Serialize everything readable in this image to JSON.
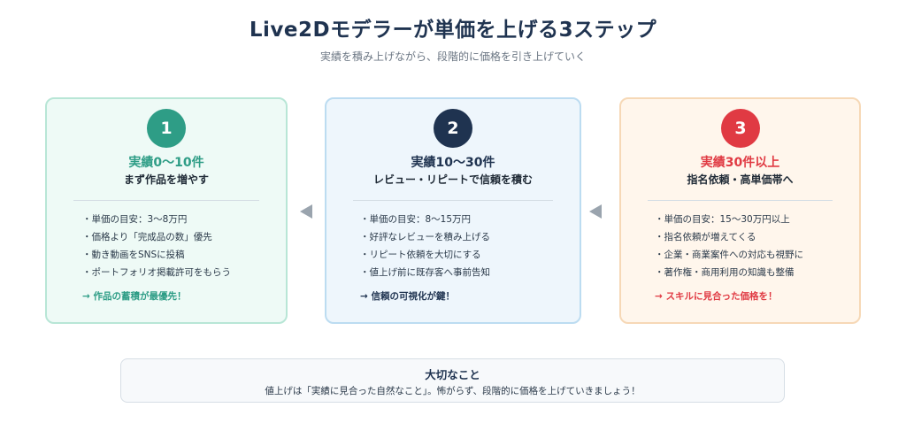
{
  "header": {
    "title": "Live2Dモデラーが単価を上げる3ステップ",
    "subtitle": "実績を積み上げながら、段階的に価格を引き上げていく"
  },
  "steps": [
    {
      "number": "1",
      "heading": "実績0〜10件",
      "subheading": "まず作品を増やす",
      "items": [
        "・単価の目安：3〜8万円",
        "・価格より「完成品の数」優先",
        "・動き動画をSNSに投稿",
        "・ポートフォリオ掲載許可をもらう"
      ],
      "note": "→ 作品の蓄積が最優先！",
      "accent": "#2e9d86"
    },
    {
      "number": "2",
      "heading": "実績10〜30件",
      "subheading": "レビュー・リピートで信頼を積む",
      "items": [
        "・単価の目安：8〜15万円",
        "・好評なレビューを積み上げる",
        "・リピート依頼を大切にする",
        "・値上げ前に既存客へ事前告知"
      ],
      "note": "→ 信頼の可視化が鍵！",
      "accent": "#1f3350"
    },
    {
      "number": "3",
      "heading": "実績30件以上",
      "subheading": "指名依頼・高単価帯へ",
      "items": [
        "・単価の目安：15〜30万円以上",
        "・指名依頼が増えてくる",
        "・企業・商業案件への対応も視野に",
        "・著作権・商用利用の知識も整備"
      ],
      "note": "→ スキルに見合った価格を！",
      "accent": "#e03a43"
    }
  ],
  "summary": {
    "title": "大切なこと",
    "text": "値上げは「実績に見合った自然なこと」。怖がらず、段階的に価格を上げていきましょう！"
  }
}
